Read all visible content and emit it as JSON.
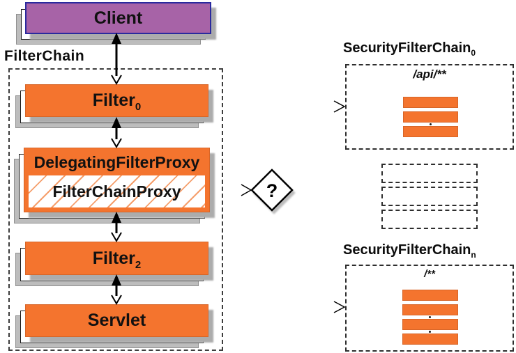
{
  "left_column": {
    "client": {
      "label": "Client"
    },
    "region_label": "FilterChain",
    "filter0": {
      "label": "Filter",
      "sub": "0"
    },
    "delegating_filter_proxy": {
      "label": "DelegatingFilterProxy"
    },
    "filter_chain_proxy": {
      "label": "FilterChainProxy"
    },
    "filter2": {
      "label": "Filter",
      "sub": "2"
    },
    "servlet": {
      "label": "Servlet"
    }
  },
  "decision": {
    "label": "?"
  },
  "right_column": {
    "chain0": {
      "title": "SecurityFilterChain",
      "sub": "0",
      "pattern": "/api/**",
      "filter_bar_count": 3
    },
    "chain_n": {
      "title": "SecurityFilterChain",
      "sub": "n",
      "pattern": "/**",
      "filter_bar_count": 4
    },
    "placeholder_chain_count": 3
  },
  "colors": {
    "orange": "#F4742E",
    "hatch_orange": "#F59E6B",
    "purple": "#A763A7",
    "purple_border": "#2A2A9E",
    "sheet_gray": "#BDBDBD",
    "shadow_gray": "#ACACAC"
  }
}
